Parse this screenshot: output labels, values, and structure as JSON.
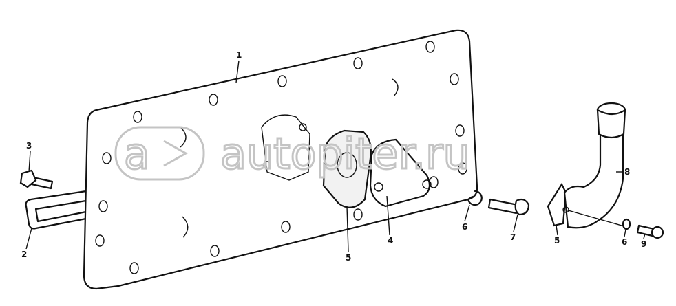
{
  "diagram": {
    "watermark": "autopiter.ru",
    "callouts": [
      {
        "id": "label-1",
        "text": "1"
      },
      {
        "id": "label-2",
        "text": "2"
      },
      {
        "id": "label-3",
        "text": "3"
      },
      {
        "id": "label-4",
        "text": "4"
      },
      {
        "id": "label-5a",
        "text": "5"
      },
      {
        "id": "label-6a",
        "text": "6"
      },
      {
        "id": "label-7",
        "text": "7"
      },
      {
        "id": "label-5b",
        "text": "5"
      },
      {
        "id": "label-6b",
        "text": "6"
      },
      {
        "id": "label-8",
        "text": "8"
      },
      {
        "id": "label-9",
        "text": "9"
      }
    ]
  }
}
